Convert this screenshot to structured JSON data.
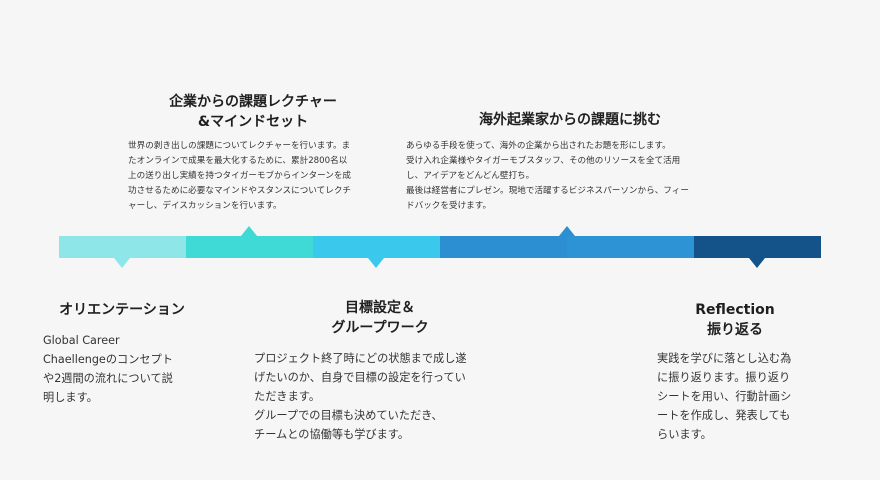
{
  "steps": {
    "orientation": {
      "title": "オリエンテーション",
      "desc": "Global Career\nChaellengeのコンセプト\nや2週間の流れについて説\n明します。"
    },
    "lecture": {
      "title": "企業からの課題レクチャー\n&マインドセット",
      "desc": "世界の剥き出しの課題についてレクチャーを行います。ま\nたオンラインで成果を最大化するために、累計2800名以\n上の送り出し実績を持つタイガーモブからインターンを成\n功させるために必要なマインドやスタンスについてレクチ\nャーし、デイスカッションを行います。"
    },
    "goal": {
      "title": "目標設定＆\nグループワーク",
      "desc": "プロジェクト終了時にどの状態まで成し遂\nげたいのか、自身で目標の設定を行ってい\nただきます。\nグループでの目標も決めていただき、\nチームとの協働等も学びます。"
    },
    "challenge": {
      "title": "海外起業家からの課題に挑む",
      "desc": "あらゆる手段を使って、海外の企業から出されたお題を形にします。\n受け入れ企業様やタイガーモブスタッフ、その他のリソースを全て活用\nし、アイデアをどんどん壁打ち。\n最後は経営者にプレゼン。現地で活躍するビジネスパーソンから、フィー\nドバックを受けます。"
    },
    "reflection": {
      "title": "Reflection\n振り返る",
      "desc": "実践を学びに落とし込む為\nに振り返ります。振り返り\nシートを用い、行動計画シ\nートを作成し、発表しても\nらいます。"
    }
  },
  "colors": {
    "seg1": "#8ee6e8",
    "seg2": "#3fd9d6",
    "seg3": "#3ac9ec",
    "seg4": "#2b8fd1",
    "seg5": "#2e93d4",
    "seg6": "#14528a"
  }
}
